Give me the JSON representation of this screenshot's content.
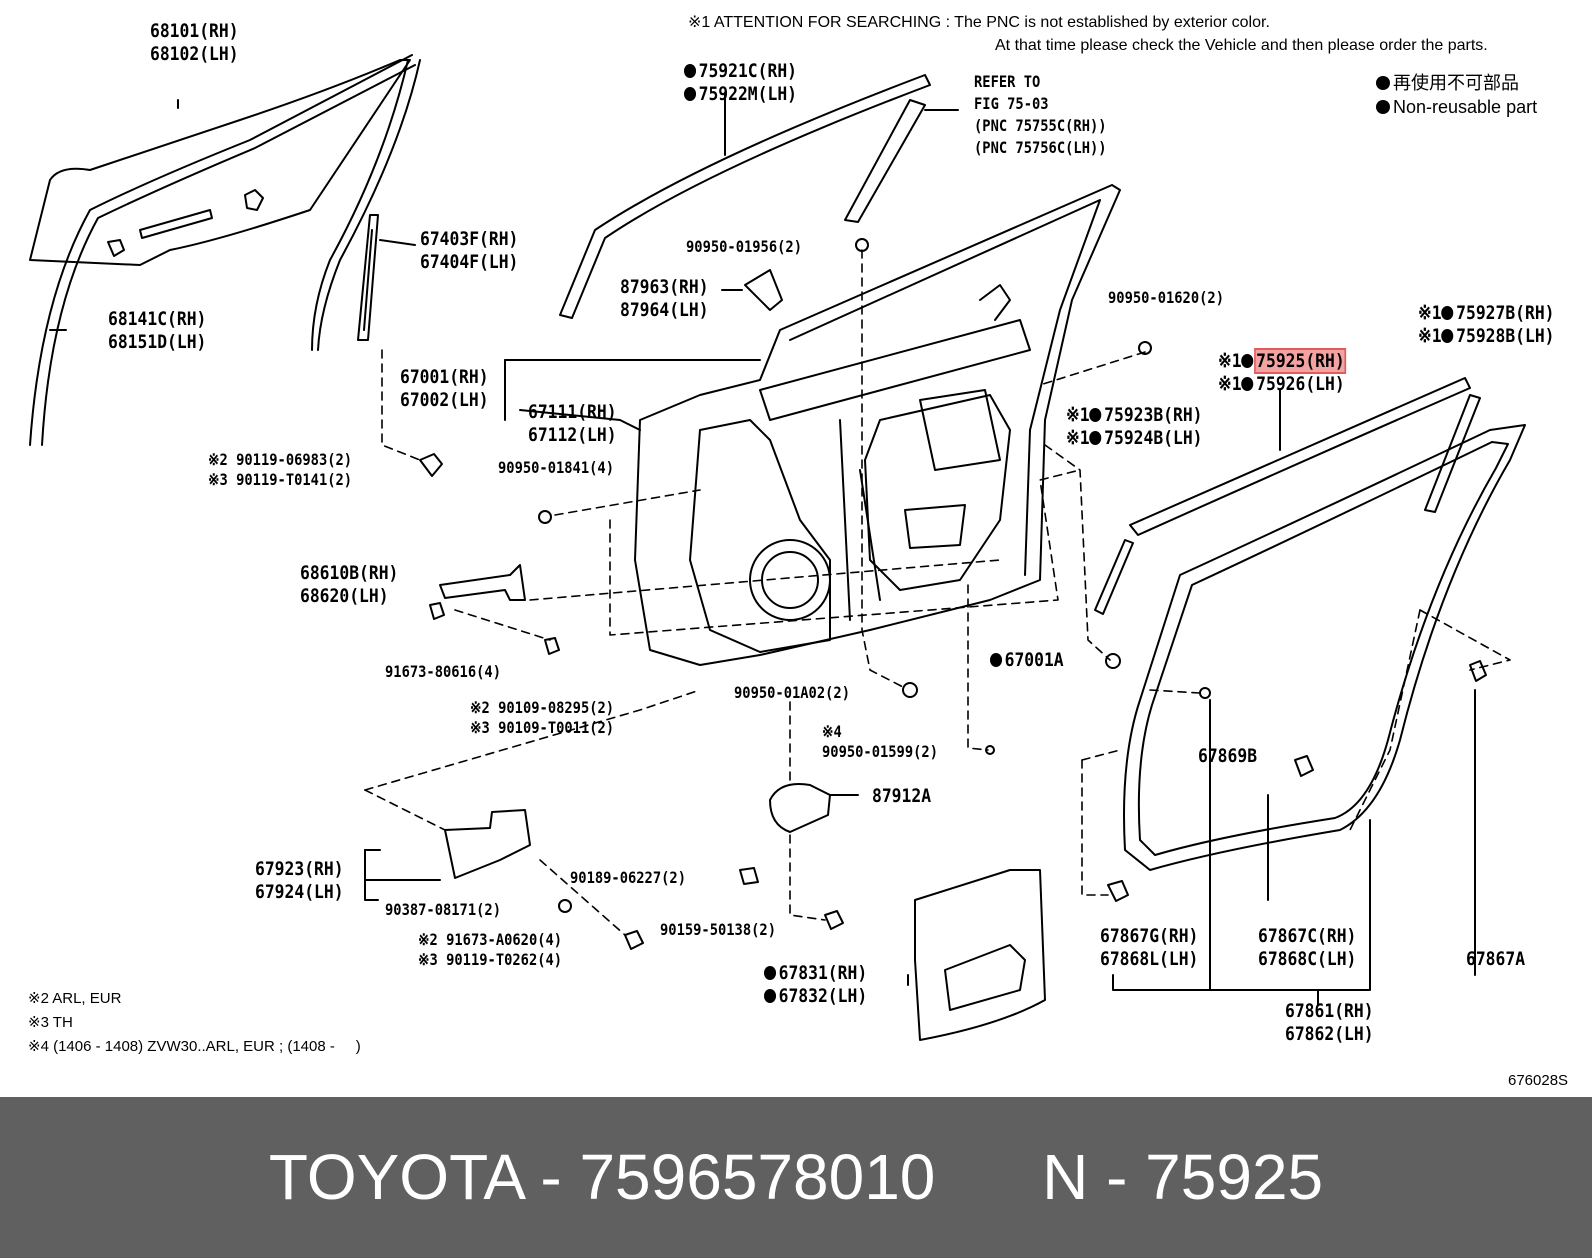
{
  "attention": {
    "line1": "※1 ATTENTION FOR SEARCHING : The PNC is not established by exterior color.",
    "line2": "At that time please check the Vehicle and then please order the parts."
  },
  "legend": {
    "jp": "再使用不可部品",
    "en": "Non-reusable part"
  },
  "refer": [
    "REFER TO",
    "FIG 75-03",
    "(PNC 75755C(RH))",
    "(PNC 75756C(LH))"
  ],
  "labels": {
    "l68101": "68101(RH)",
    "l68102": "68102(LH)",
    "l75921": "75921C(RH)",
    "l75922": "75922M(LH)",
    "l67403": "67403F(RH)",
    "l67404": "67404F(LH)",
    "l90950_01956": "90950-01956(2)",
    "l87963": "87963(RH)",
    "l87964": "87964(LH)",
    "l90950_01620": "90950-01620(2)",
    "l68141": "68141C(RH)",
    "l68151": "68151D(LH)",
    "l75927": "75927B(RH)",
    "l75928": "75928B(LH)",
    "l75925": "75925(RH)",
    "l75926": "75926(LH)",
    "l67001": "67001(RH)",
    "l67002": "67002(LH)",
    "l67111": "67111(RH)",
    "l67112": "67112(LH)",
    "l75923": "75923B(RH)",
    "l75924": "75924B(LH)",
    "l90119_06983": "90119-06983(2)",
    "l90119_T0141": "90119-T0141(2)",
    "l90950_01841": "90950-01841(4)",
    "l68610": "68610B(RH)",
    "l68620": "68620(LH)",
    "l67001A": "67001A",
    "l91673_80616": "91673-80616(4)",
    "l90109_08295": "90109-08295(2)",
    "l90109_T0011": "90109-T0011(2)",
    "l90950_01A02": "90950-01A02(2)",
    "l67869B": "67869B",
    "l90950_01599": "90950-01599(2)",
    "l87912A": "87912A",
    "l67923": "67923(RH)",
    "l67924": "67924(LH)",
    "l90387": "90387-08171(2)",
    "l90189": "90189-06227(2)",
    "l91673_A0620": "91673-A0620(4)",
    "l90119_T0262": "90119-T0262(4)",
    "l90159": "90159-50138(2)",
    "l67867G": "67867G(RH)",
    "l67868L": "67868L(LH)",
    "l67867C": "67867C(RH)",
    "l67868C": "67868C(LH)",
    "l67867A": "67867A",
    "l67831": "67831(RH)",
    "l67832": "67832(LH)",
    "l67861": "67861(RH)",
    "l67862": "67862(LH)"
  },
  "marks": {
    "m1": "※1",
    "m2": "※2",
    "m3": "※3",
    "m4": "※4"
  },
  "footnotes": {
    "n2": "※2 ARL, EUR",
    "n3": "※3 TH",
    "n4": "※4 (1406 - 1408) ZVW30..ARL, EUR ; (1408 -     )"
  },
  "fig_code": "676028S",
  "footer": {
    "text": "TOYOTA - 7596578010      N - 75925"
  },
  "colors": {
    "highlight": "#f4a3a3",
    "footer_bg": "#606060"
  }
}
